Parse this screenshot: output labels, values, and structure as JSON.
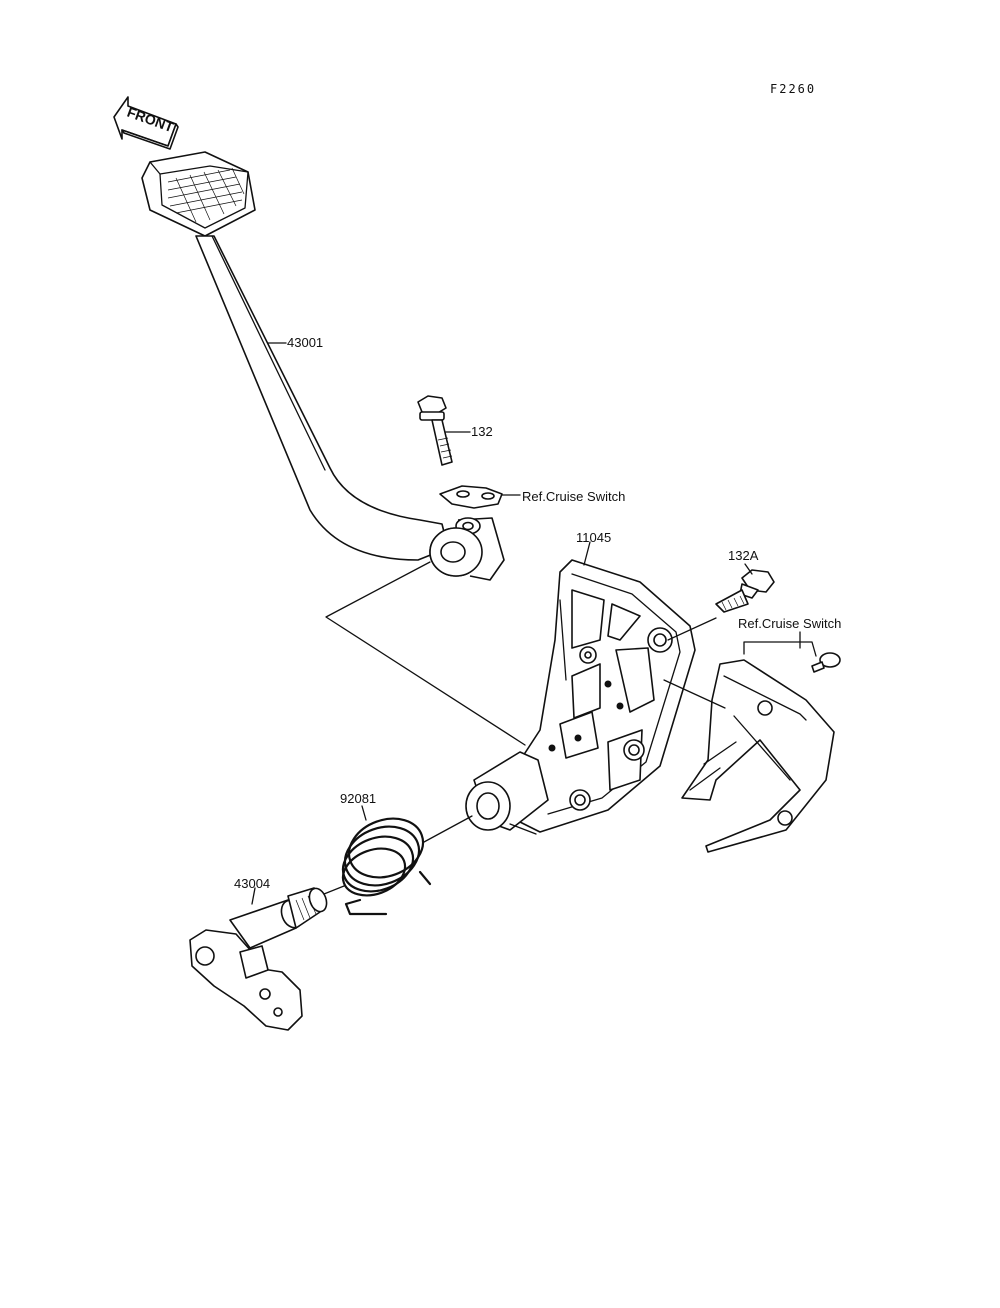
{
  "diagram": {
    "figure_code": "F2260",
    "front_arrow_text": "FRONT",
    "callouts": {
      "brake_pedal": "43001",
      "bolt_top": "132",
      "cruise_switch_ref_1": "Ref.Cruise Switch",
      "bracket": "11045",
      "bolt_right": "132A",
      "cruise_switch_ref_2": "Ref.Cruise Switch",
      "spring": "92081",
      "shaft": "43004"
    }
  }
}
